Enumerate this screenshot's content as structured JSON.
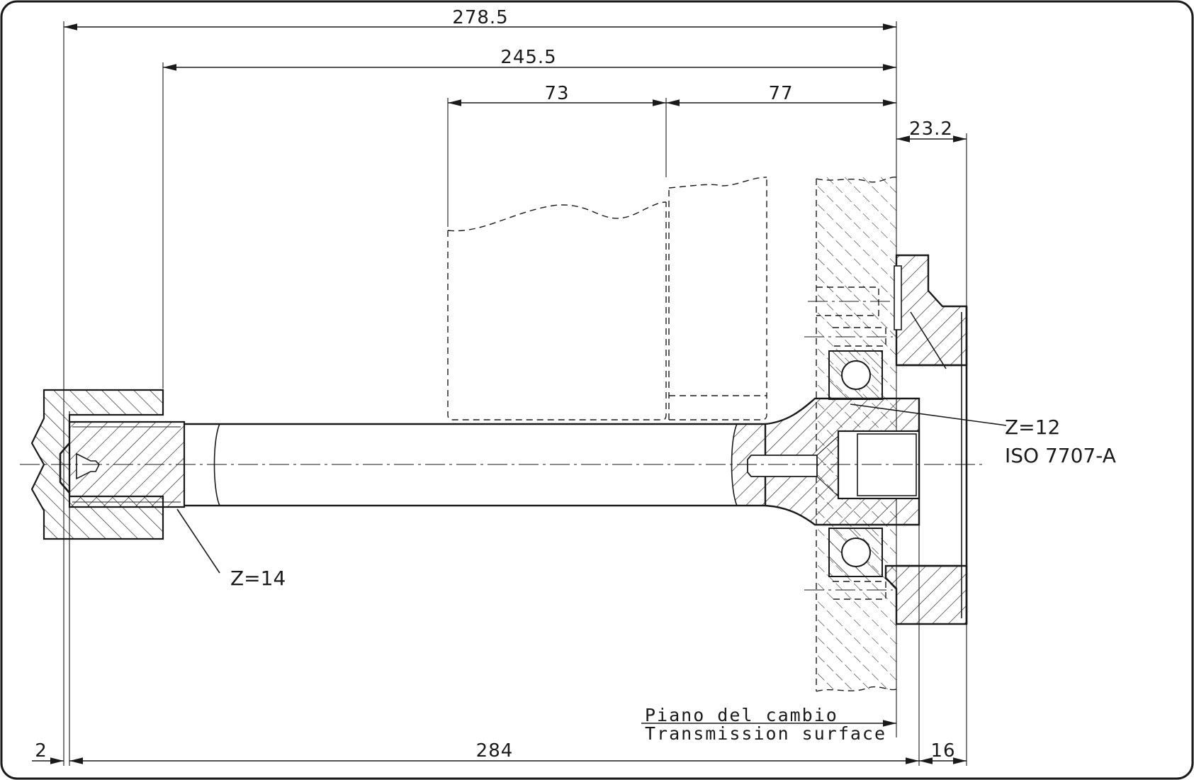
{
  "dimensions": {
    "overall_top": "278.5",
    "shaft_top": "245.5",
    "segment_left": "73",
    "segment_right": "77",
    "flange_width": "23.2",
    "left_offset": "2",
    "overall_bottom": "284",
    "flange_bottom": "16"
  },
  "labels": {
    "spline_left": "Z=14",
    "spline_right": "Z=12",
    "spline_right_standard": "ISO 7707-A"
  },
  "notes": {
    "plane_it": "Piano del cambio",
    "plane_en": "Transmission surface"
  }
}
